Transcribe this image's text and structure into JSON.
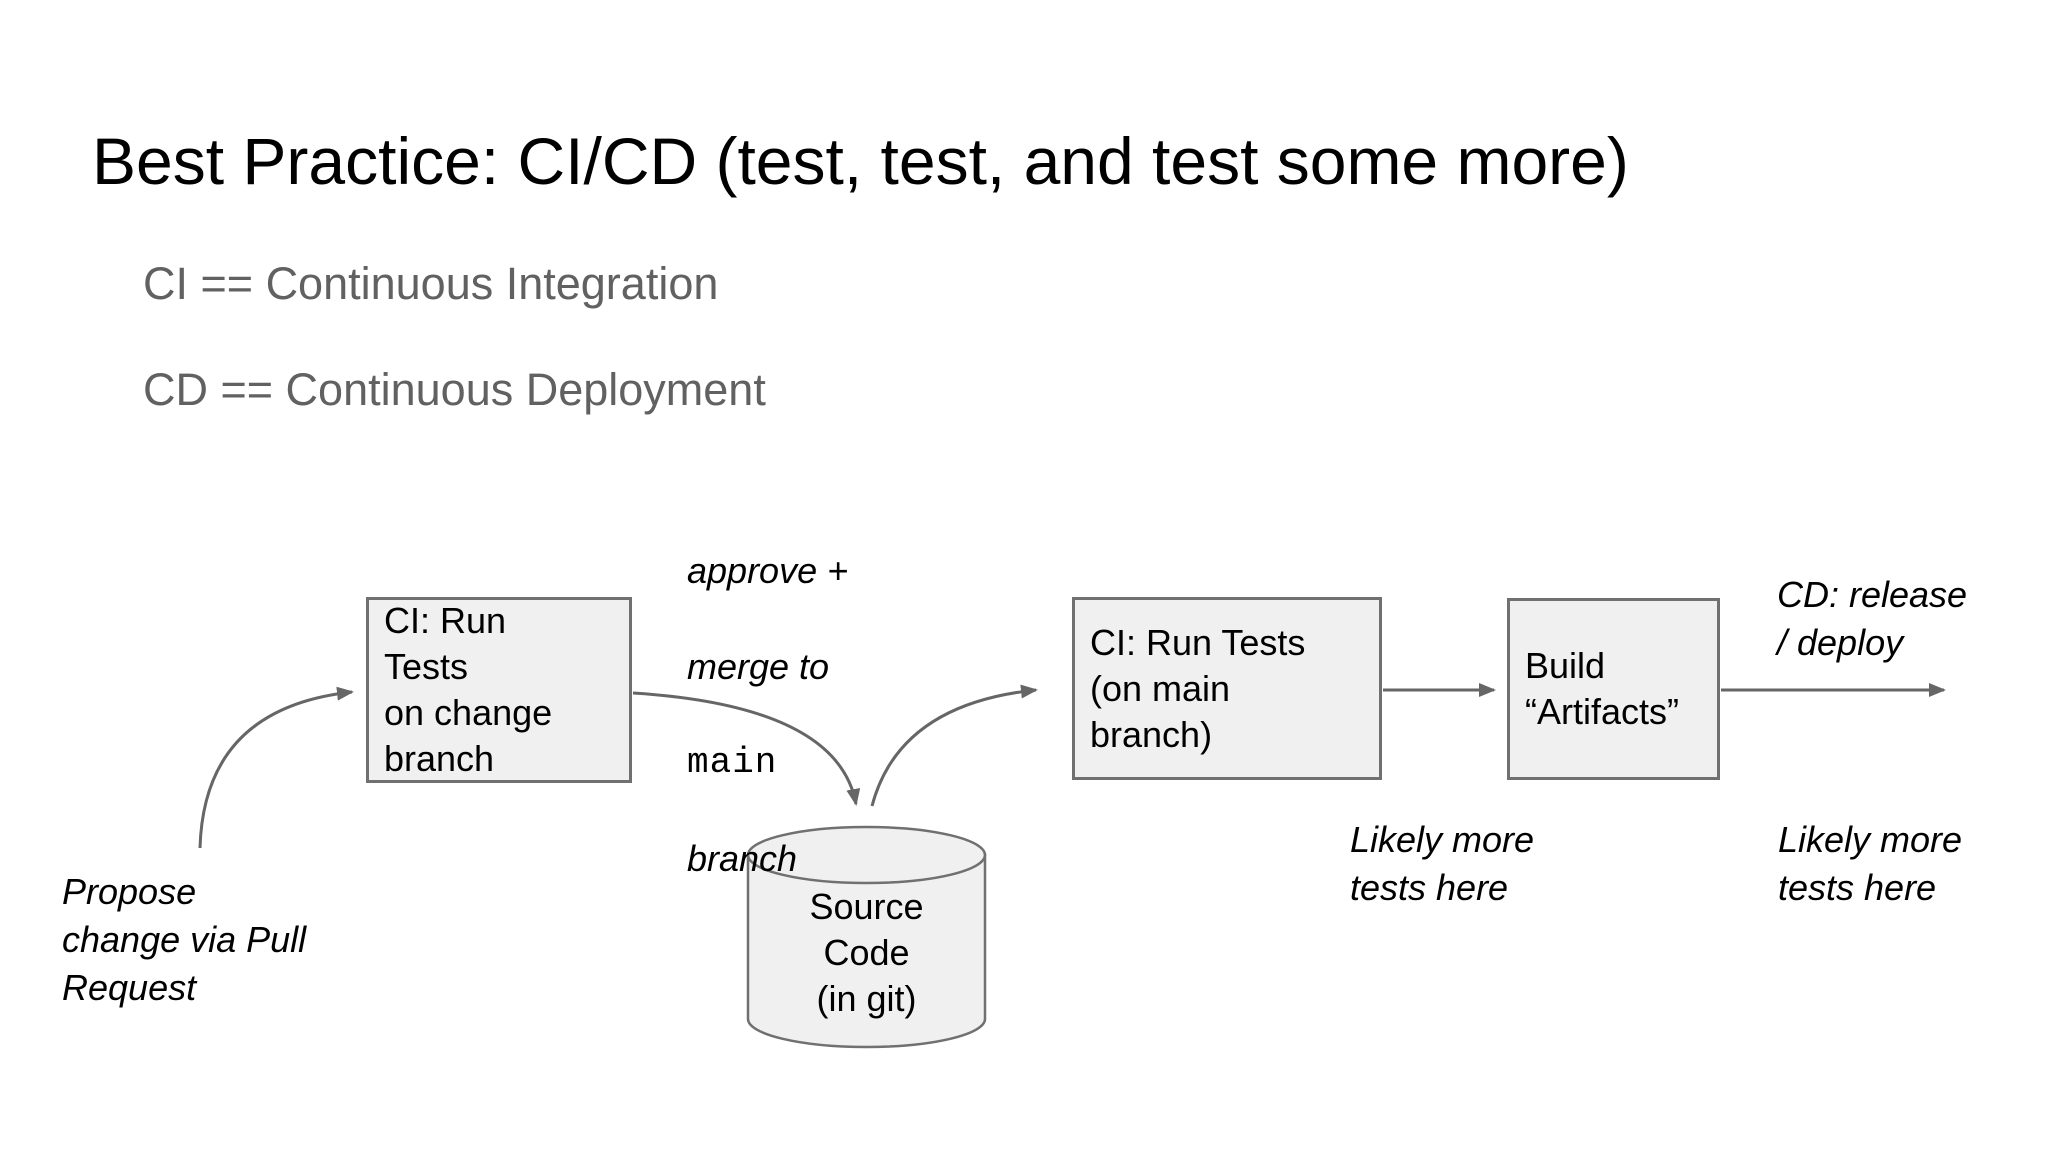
{
  "slide": {
    "title": "Best Practice: CI/CD (test, test, and test some more)",
    "definitions": [
      {
        "label": "CI == Continuous Integration"
      },
      {
        "label": "CD == Continuous Deployment"
      }
    ]
  },
  "diagram": {
    "boxes": {
      "ci_change": {
        "label": "CI: Run\nTests\non change\nbranch"
      },
      "ci_main": {
        "label": "CI: Run Tests\n(on main\nbranch)"
      },
      "build": {
        "label": "Build\n“Artifacts”"
      }
    },
    "cylinder": {
      "label": "Source\nCode\n(in git)"
    },
    "notes": {
      "propose": "Propose\nchange via Pull\nRequest",
      "merge": {
        "line1": "approve +",
        "line2": "merge to",
        "code": "main",
        "line3": "branch"
      },
      "cd": "CD: release\n/ deploy",
      "likely_main": "Likely more\ntests here",
      "likely_deploy": "Likely more\ntests here"
    },
    "colors": {
      "box_fill": "#f0f0f0",
      "box_border": "#707070",
      "arrow": "#666666",
      "definition_text": "#616161",
      "title_text": "#000000"
    }
  }
}
